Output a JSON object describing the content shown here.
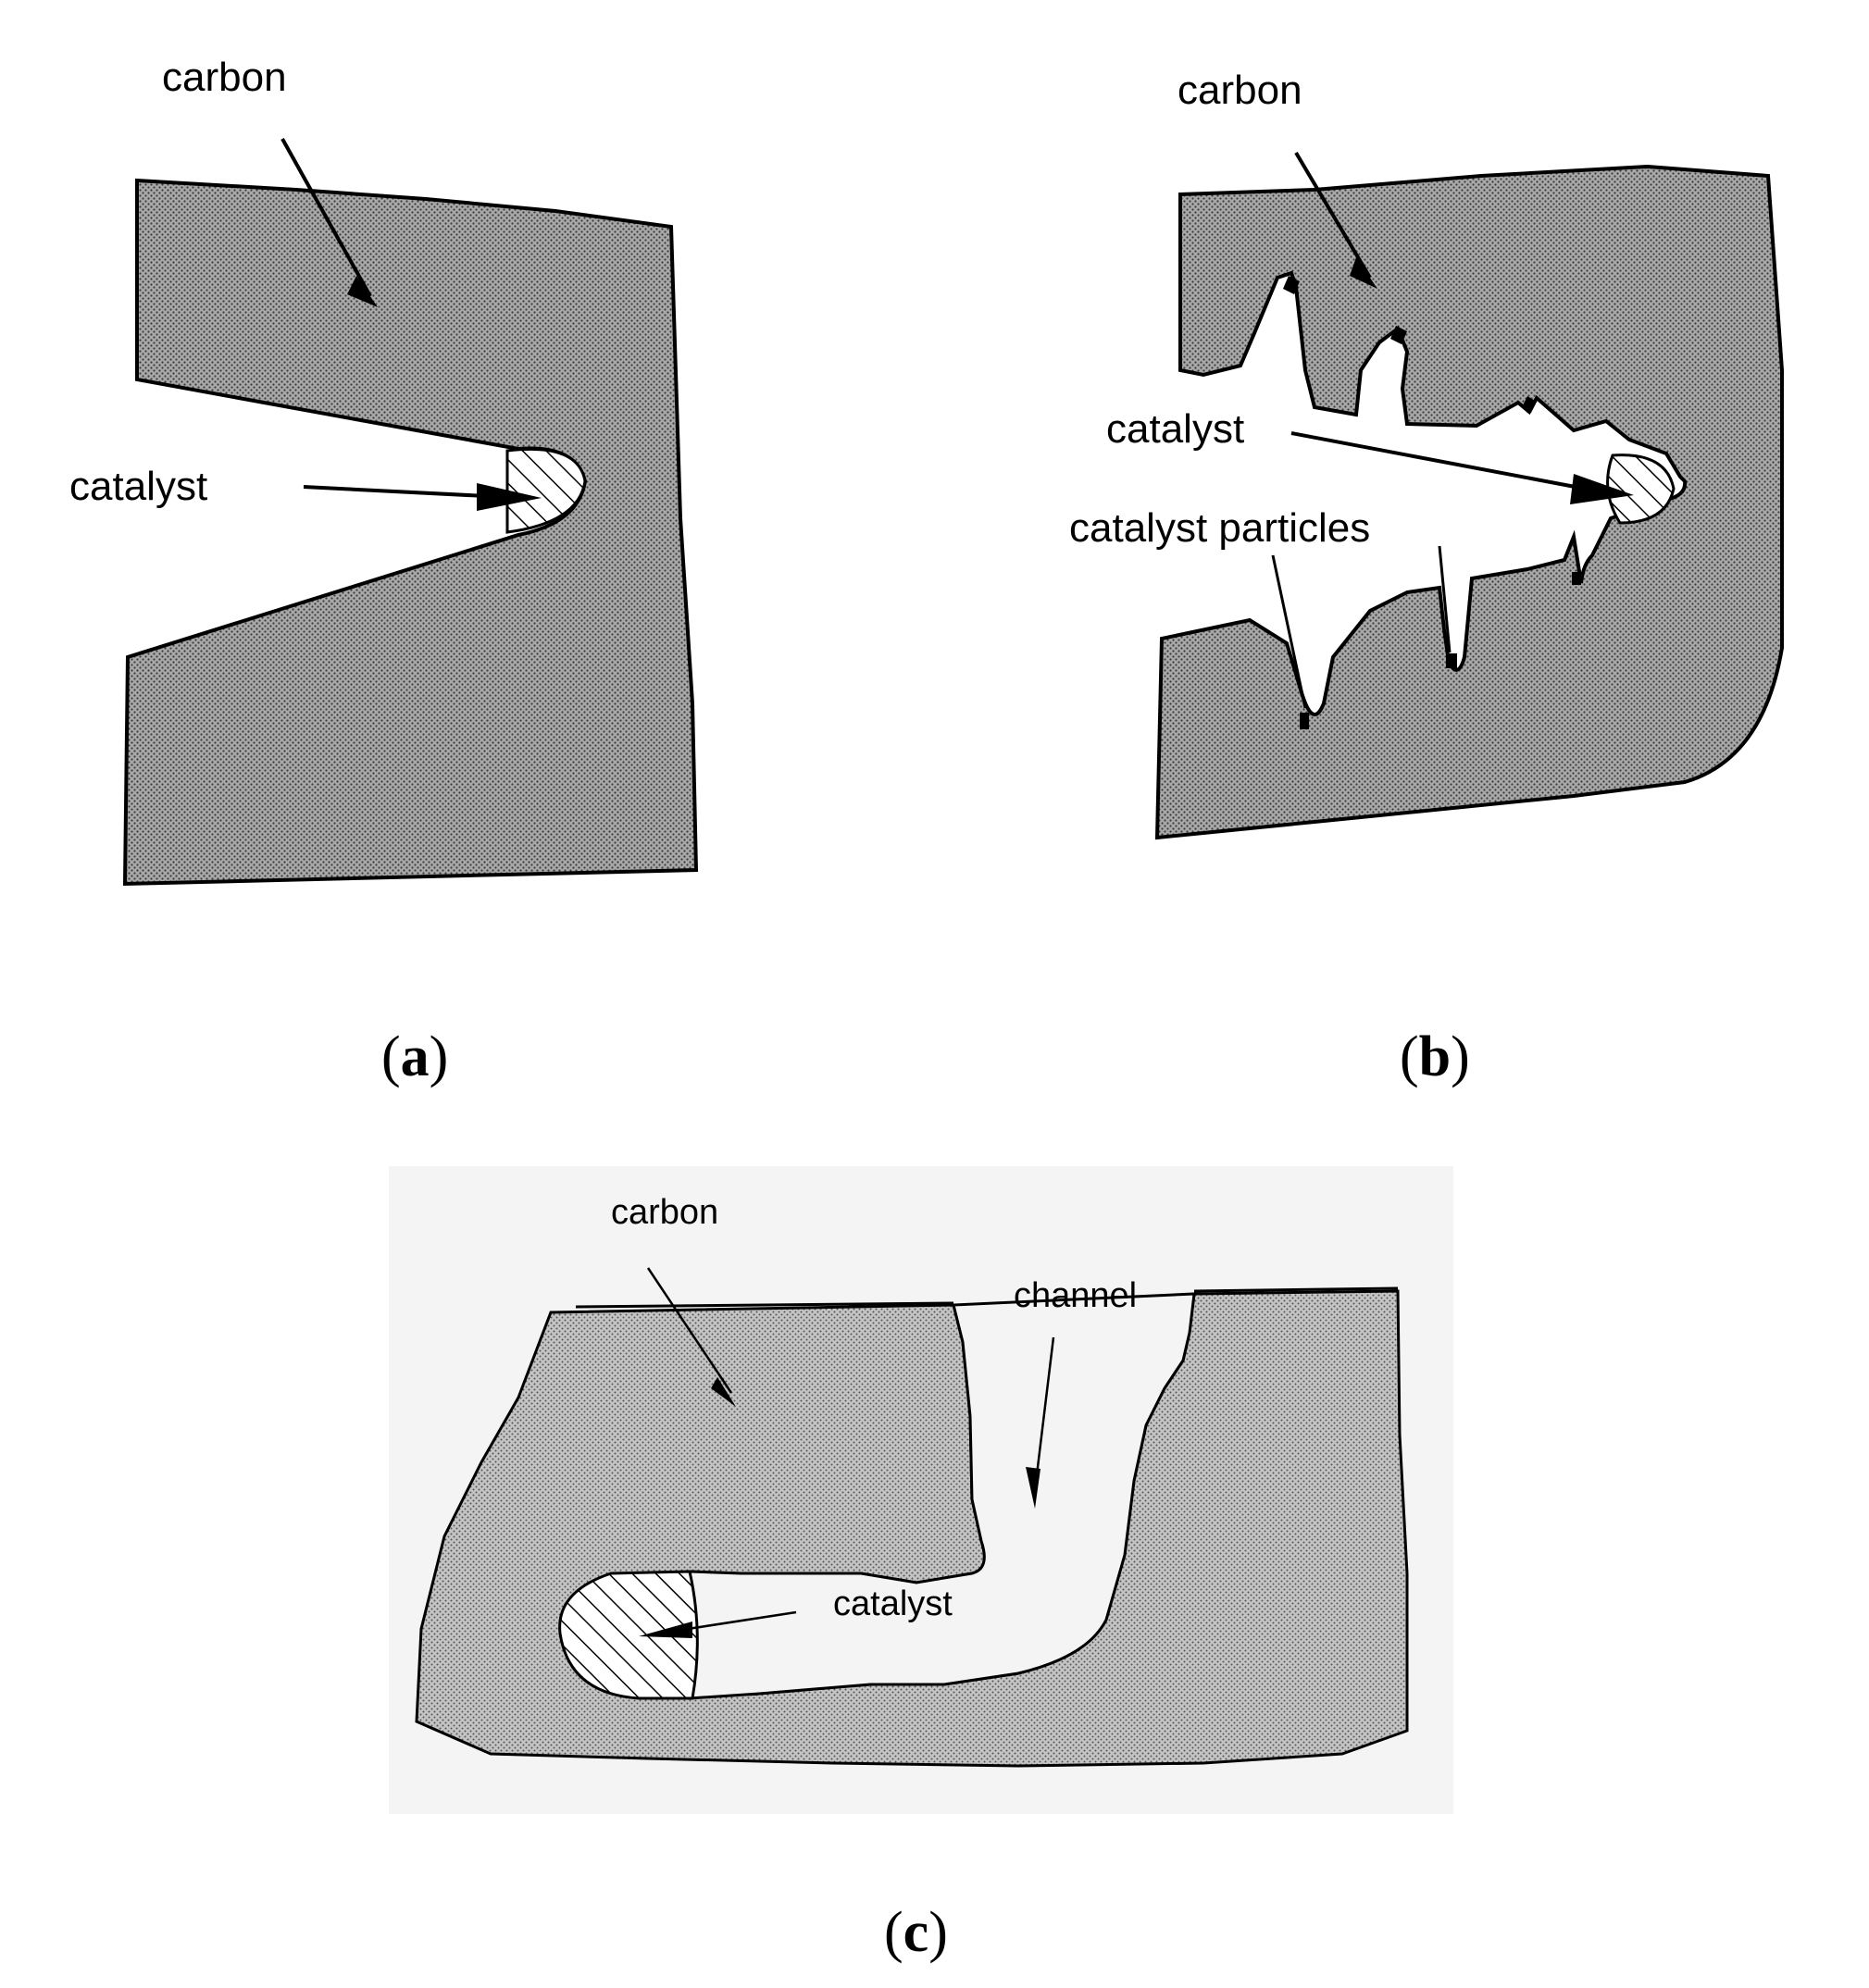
{
  "panels": {
    "a": {
      "label_text": "a",
      "carbon_label": "carbon",
      "catalyst_label": "catalyst"
    },
    "b": {
      "label_text": "b",
      "carbon_label": "carbon",
      "catalyst_label": "catalyst",
      "particles_label": "catalyst particles"
    },
    "c": {
      "label_text": "c",
      "carbon_label": "carbon",
      "channel_label": "channel",
      "catalyst_label": "catalyst"
    }
  },
  "colors": {
    "carbon_fill": "#9a9a9a",
    "outline": "#000000",
    "background": "#ffffff",
    "panel_c_background": "#f4f4f4"
  }
}
